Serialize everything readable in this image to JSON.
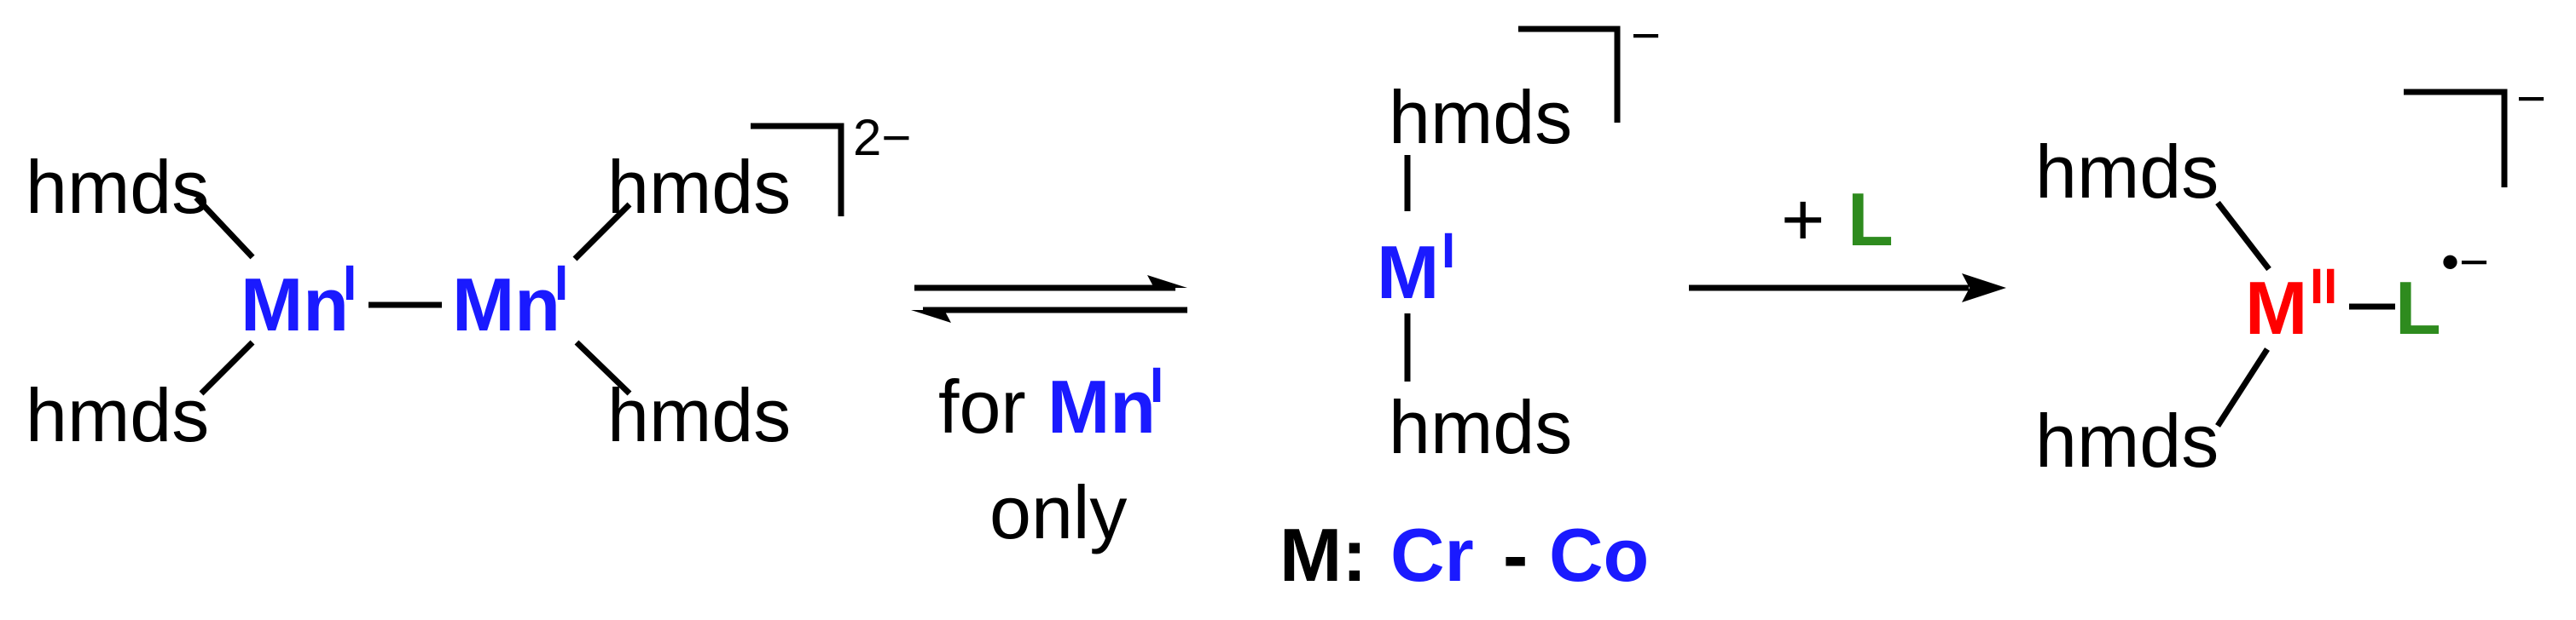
{
  "colors": {
    "metal_low": "#1a1aff",
    "metal_high": "#ff0000",
    "ligand": "#2e8b1e",
    "text": "#000000"
  },
  "ligand_label": "hmds",
  "species1": {
    "metal": "Mn",
    "metal_oxidation": "I",
    "charge": "2−"
  },
  "equilibrium": {
    "condition_prefix": "for",
    "condition_metal": "Mn",
    "condition_oxidation": "I",
    "condition_suffix": "only"
  },
  "species2": {
    "metal": "M",
    "metal_oxidation": "I",
    "charge": "−",
    "metal_range_label": "M:",
    "metal_range_start": "Cr",
    "metal_range_separator": "-",
    "metal_range_end": "Co"
  },
  "reaction": {
    "reagent_plus": "+",
    "reagent": "L"
  },
  "species3": {
    "metal": "M",
    "metal_oxidation": "II",
    "ligand": "L",
    "ligand_radical": "•−",
    "charge": "−"
  }
}
